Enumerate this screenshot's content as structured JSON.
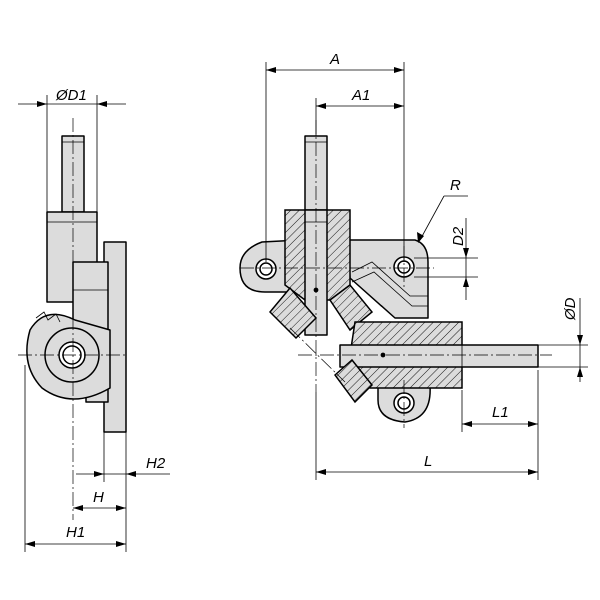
{
  "dimensions": {
    "od1": "ØD1",
    "h2": "H2",
    "h": "H",
    "h1": "H1",
    "a": "A",
    "a1": "A1",
    "r": "R",
    "d2": "D2",
    "od": "ØD",
    "l1": "L1",
    "l": "L"
  }
}
